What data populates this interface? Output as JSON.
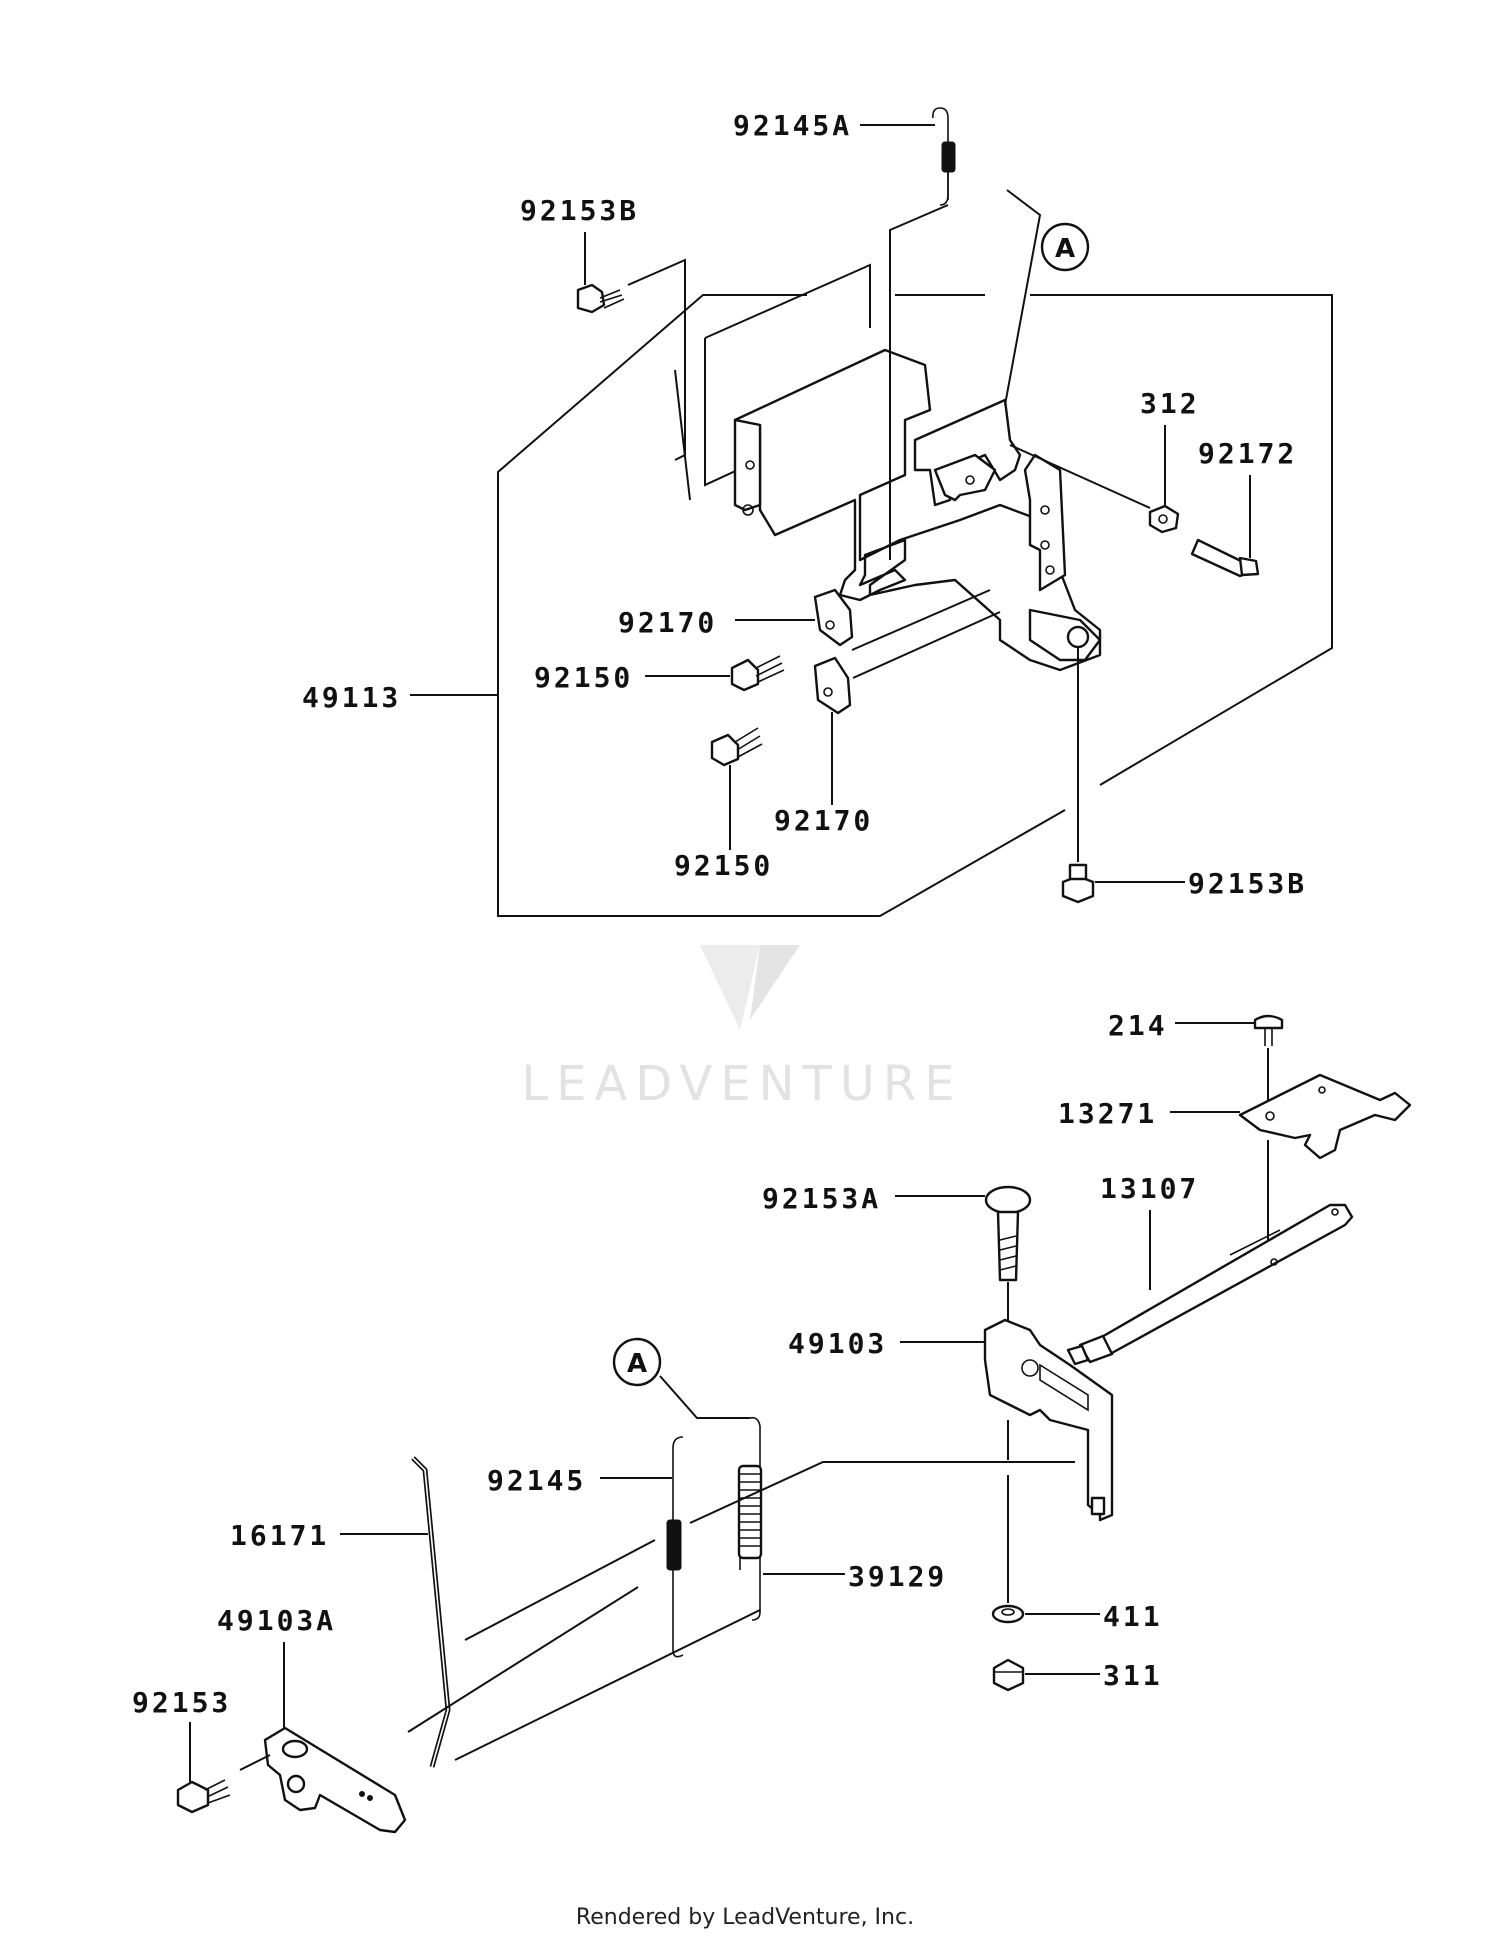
{
  "labels": {
    "p92145A": "92145A",
    "p92153B_top": "92153B",
    "p312": "312",
    "p92172": "92172",
    "p92170_a": "92170",
    "p92150_a": "92150",
    "p49113": "49113",
    "p92170_b": "92170",
    "p92150_b": "92150",
    "p92153B_bot": "92153B",
    "p214": "214",
    "p13271": "13271",
    "p92153A": "92153A",
    "p13107": "13107",
    "p49103": "49103",
    "p92145": "92145",
    "p16171": "16171",
    "p39129": "39129",
    "p49103A": "49103A",
    "p411": "411",
    "p92153": "92153",
    "p311": "311"
  },
  "callouts": {
    "top": "A",
    "bottom": "A"
  },
  "watermark": "LEADVENTURE",
  "footer": "Rendered by LeadVenture, Inc."
}
